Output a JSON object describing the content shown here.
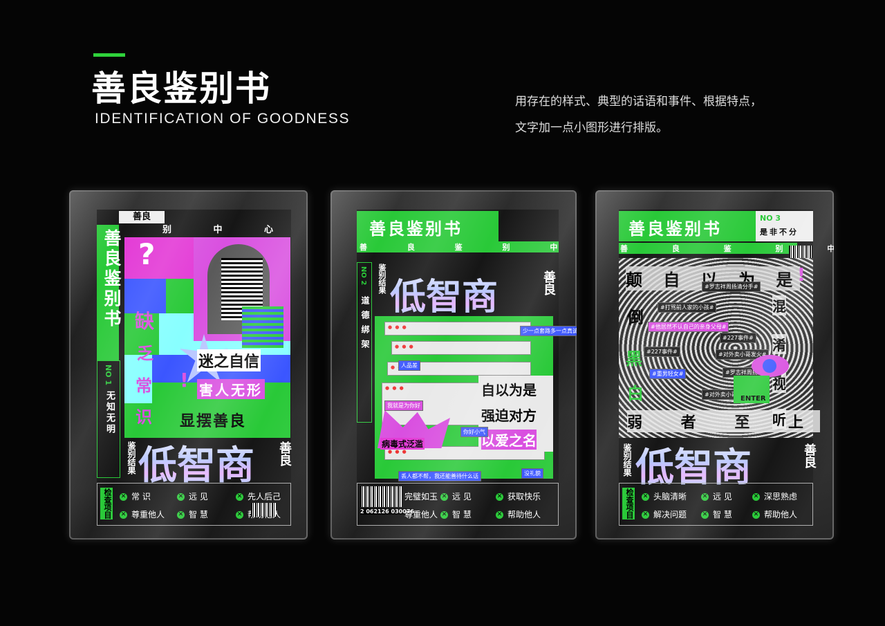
{
  "header": {
    "title": "善良鉴别书",
    "subtitle": "IDENTIFICATION OF GOODNESS",
    "desc_line1": "用存在的样式、典型的话语和事件、根据特点，",
    "desc_line2": "文字加一点小图形进行排版。",
    "accent_color": "#2fd33b"
  },
  "poster1": {
    "tag": "善良",
    "center_row": "别 中 心",
    "side_title": "善良鉴别书",
    "side_no": "NO 1",
    "side_sub": "无知无明",
    "question_mark": "?",
    "lack": "缺",
    "lack2": "乏",
    "lack3": "常",
    "lack4": "识",
    "exclaim": "!",
    "line1": "迷之自信",
    "line2": "害人无形",
    "line3": "显摆善良",
    "result_label": "鉴别结果",
    "big_word": "低智商",
    "big_side": "善良",
    "check_label": "检查项目",
    "checks": [
      "常 识",
      "远 见",
      "先人后己",
      "尊重他人",
      "智 慧",
      "帮助他人"
    ]
  },
  "poster2": {
    "header_title": "善良鉴别书",
    "header_row": "善 良 鉴 别 中 心",
    "side_label": "鉴别结果",
    "side_no": "NO 2",
    "side_sub": "道德绑架",
    "big_word": "低智商",
    "big_side": "善良",
    "line1": "自以为是",
    "line2": "强迫对方",
    "line3": "以爱之名",
    "burst_label": "病毒式泛滥",
    "tag1": "人品差",
    "tag2": "我就是为你好",
    "tag3": "你好小气",
    "tag4": "丢人都不帮，我还能善待什么话",
    "tag5": "没礼貌",
    "tag6": "少一点套路多一点真诚",
    "barcode_num": "2 062126 030076",
    "checks": [
      "完璧如玉",
      "远 见",
      "获取快乐",
      "尊重他人",
      "智 慧",
      "帮助他人"
    ]
  },
  "poster3": {
    "header_title": "善良鉴别书",
    "header_no": "NO 3",
    "header_sub": "是非不分",
    "header_row": "善 良 鉴 别 中",
    "row1": "颠 自 以 为 是",
    "exclaim": "!",
    "left_col": [
      "倒",
      "黑",
      "白"
    ],
    "right_col": [
      "混",
      "淆",
      "视",
      "听"
    ],
    "bottom_row": "弱 者 至 上",
    "enter_label": "ENTER",
    "tags": [
      "#罗志祥周扬清分手#",
      "#打骂前人家的小孩#",
      "#他居然不认自己的亲身父母#",
      "#227事件#",
      "#罗志祥周扬清分手#",
      "#对外卖小哥发火#",
      "#重男轻女#",
      "#227事件#",
      "#对外卖小哥发火#"
    ],
    "result_label": "鉴别结果",
    "big_word": "低智商",
    "big_side": "善良",
    "check_label": "检查项目",
    "checks": [
      "头脑清晰",
      "远 见",
      "深思熟虑",
      "解决问题",
      "智 慧",
      "帮助他人"
    ]
  }
}
